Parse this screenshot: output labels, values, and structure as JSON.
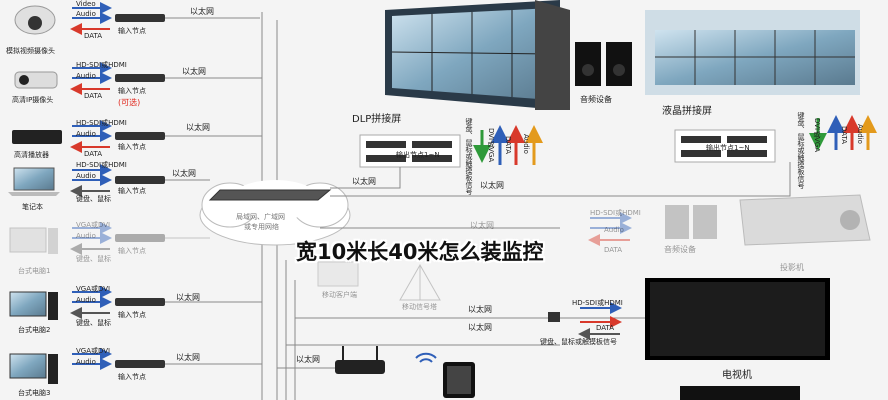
{
  "title": "宽10米长40米怎么装监控",
  "network": {
    "line1": "局域网、广域网",
    "line2": "或专用网络"
  },
  "ethernet": "以太网",
  "left_devices": [
    {
      "name": "模拟视频摄像头",
      "signals": [
        "Video",
        "Audio",
        "DATA"
      ]
    },
    {
      "name": "高清IP摄像头",
      "signals": [
        "HD-SDI或HDMI",
        "Audio",
        "DATA"
      ],
      "note": "(可选)"
    },
    {
      "name": "高清播放器",
      "signals": [
        "HD-SDI或HDMI",
        "Audio",
        "DATA"
      ]
    },
    {
      "name": "笔记本",
      "signals": [
        "HD-SDI或HDMI",
        "Audio",
        "键盘、鼠标"
      ]
    },
    {
      "name": "台式电脑1",
      "signals": [
        "VGA或DVI",
        "Audio",
        "键盘、鼠标"
      ]
    },
    {
      "name": "台式电脑2",
      "signals": [
        "VGA或DVI",
        "Audio",
        "键盘、鼠标"
      ]
    },
    {
      "name": "台式电脑3",
      "signals": [
        "VGA或DVI",
        "Audio"
      ]
    }
  ],
  "input_node": "输入节点",
  "output_node": "输出节点1~N",
  "dlp": {
    "name": "DLP拼接屏"
  },
  "lcd": {
    "name": "液晶拼接屏"
  },
  "audio_device": "音频设备",
  "audio_device2": "音频设备",
  "projector": "投影机",
  "tv": "电视机",
  "mobile_client": "移动客户端",
  "mobile_signal": "移动信号塔",
  "vertical_signals": {
    "dvi": "DVI或VGA",
    "data": "DATA",
    "audio": "Audio",
    "kbd": "键盘、鼠标或触摸板信号"
  },
  "right_signals": {
    "projector": [
      "HD-SDI或HDMI",
      "Audio",
      "DATA"
    ],
    "tv": [
      "HD-SDI或HDMI",
      "DATA",
      "键盘、鼠标或触摸板信号"
    ]
  },
  "colors": {
    "arrow_blue": "#2f5fb8",
    "arrow_red": "#d8392b",
    "arrow_green": "#2f9a3a",
    "arrow_orange": "#e39a1c",
    "line": "#8a8a8a"
  }
}
